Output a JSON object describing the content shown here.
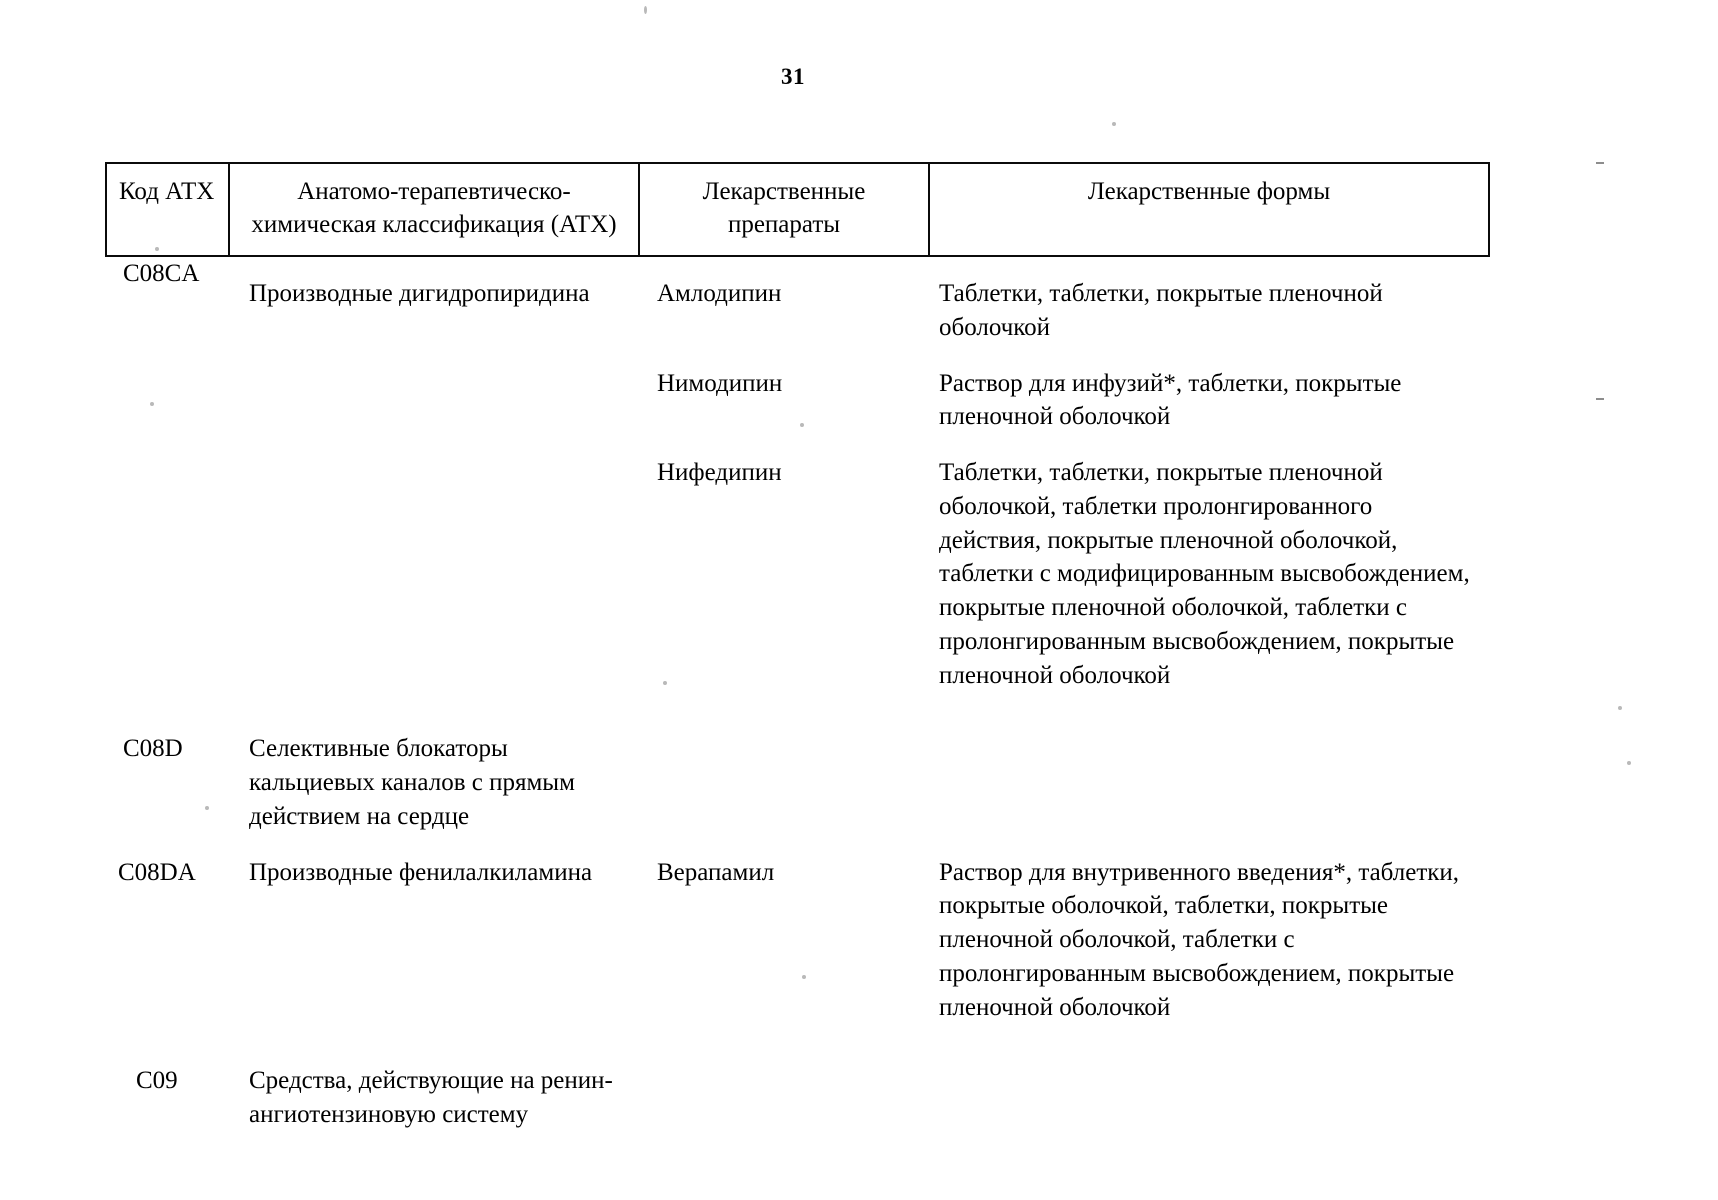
{
  "page": {
    "number": "31"
  },
  "table": {
    "headers": {
      "code": "Код АТХ",
      "classification_line1": "Анатомо-терапевтическо-",
      "classification_line2": "химическая классификация (АТХ)",
      "drugs_line1": "Лекарственные",
      "drugs_line2": "препараты",
      "forms": "Лекарственные формы"
    },
    "rows": [
      {
        "code": "C08CA",
        "classification": "Производные дигидропиридина",
        "drug": "Амлодипин",
        "forms": "Таблетки, таблетки, покрытые пленочной оболочкой"
      },
      {
        "code": "",
        "classification": "",
        "drug": "Нимодипин",
        "forms": "Раствор для инфузий*, таблетки, покрытые пленочной оболочкой"
      },
      {
        "code": "",
        "classification": "",
        "drug": "Нифедипин",
        "forms": "Таблетки, таблетки, покрытые пленочной оболочкой, таблетки пролонгированного действия, покрытые пленочной оболочкой, таблетки с модифицированным высвобождением, покрытые пленочной оболочкой, таблетки с пролонгированным высвобождением, покрытые пленочной оболочкой"
      },
      {
        "code": "C08D",
        "classification": "Селективные блокаторы кальциевых каналов с прямым действием на сердце",
        "drug": "",
        "forms": ""
      },
      {
        "code": "C08DA",
        "classification": "Производные фенилалкиламина",
        "drug": "Верапамил",
        "forms": "Раствор для внутривенного введения*, таблетки, покрытые оболочкой, таблетки, покрытые пленочной оболочкой, таблетки с пролонгированным высвобождением, покрытые пленочной оболочкой"
      },
      {
        "code": "C09",
        "classification": "Средства, действующие на ренин-ангиотензиновую систему",
        "drug": "",
        "forms": ""
      }
    ]
  }
}
